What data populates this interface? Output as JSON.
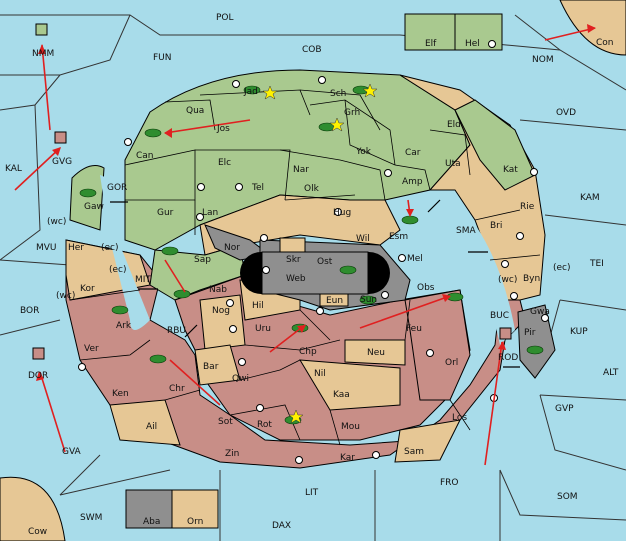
{
  "regions": {
    "POL": "POL",
    "COB": "COB",
    "FUN": "FUN",
    "NMM": "NMM",
    "NOM": "NOM",
    "OVD": "OVD",
    "Con": "Con",
    "KAL": "KAL",
    "GVG": "GVG",
    "KAM": "KAM",
    "TEI": "TEI",
    "KUP": "KUP",
    "ALT": "ALT",
    "GVP": "GVP",
    "SOM": "SOM",
    "FRO": "FRO",
    "LIT": "LIT",
    "DAX": "DAX",
    "SWM": "SWM",
    "GVA": "GVA",
    "DOR": "DOR",
    "BOR": "BOR",
    "MVU": "MVU",
    "Cow": "Cow",
    "Elf": "Elf",
    "Hel": "Hel",
    "Jad": "Jad",
    "Sch": "Sch",
    "Qua": "Qua",
    "Jos": "Jos",
    "Grh": "Grh",
    "Eld": "Eld",
    "Can": "Can",
    "Elc": "Elc",
    "Nar": "Nar",
    "Yok": "Yok",
    "Car": "Car",
    "Uta": "Uta",
    "Kat": "Kat",
    "GOR": "GOR",
    "Gaw": "Gaw",
    "Tel": "Tel",
    "Olk": "Olk",
    "Amp": "Amp",
    "Gur": "Gur",
    "Lan": "Lan",
    "Hug": "Hug",
    "Rie": "Rie",
    "Bri": "Bri",
    "Esm": "Esm",
    "SMA": "SMA",
    "Her": "Her",
    "Nor": "Nor",
    "Wil": "Wil",
    "Skr": "Skr",
    "Ost": "Ost",
    "Web": "Web",
    "Mel": "Mel",
    "Sap": "Sap",
    "Kor": "Kor",
    "MIT": "MIT",
    "Nab": "Nab",
    "Byn": "Byn",
    "Hil": "Hil",
    "Eun": "Eun",
    "Sun": "Sun",
    "Obs": "Obs",
    "Gwa": "Gwa",
    "BUC": "BUC",
    "Pir": "Pir",
    "Ark": "Ark",
    "RBU": "RBU",
    "Nog": "Nog",
    "Uru": "Uru",
    "Feu": "Feu",
    "ROD": "ROD",
    "Ver": "Ver",
    "Chp": "Chp",
    "Neu": "Neu",
    "Orl": "Orl",
    "Bar": "Bar",
    "Qwi": "Qwi",
    "Nil": "Nil",
    "Ken": "Ken",
    "Chr": "Chr",
    "Kaa": "Kaa",
    "Los": "Los",
    "Ail": "Ail",
    "Sot": "Sot",
    "Rot": "Rot",
    "Mou": "Mou",
    "Zin": "Zin",
    "Kar": "Kar",
    "Sam": "Sam",
    "Aba": "Aba",
    "Orn": "Orn"
  },
  "coast_marks": {
    "wc": "(wc)",
    "ec": "(ec)"
  }
}
